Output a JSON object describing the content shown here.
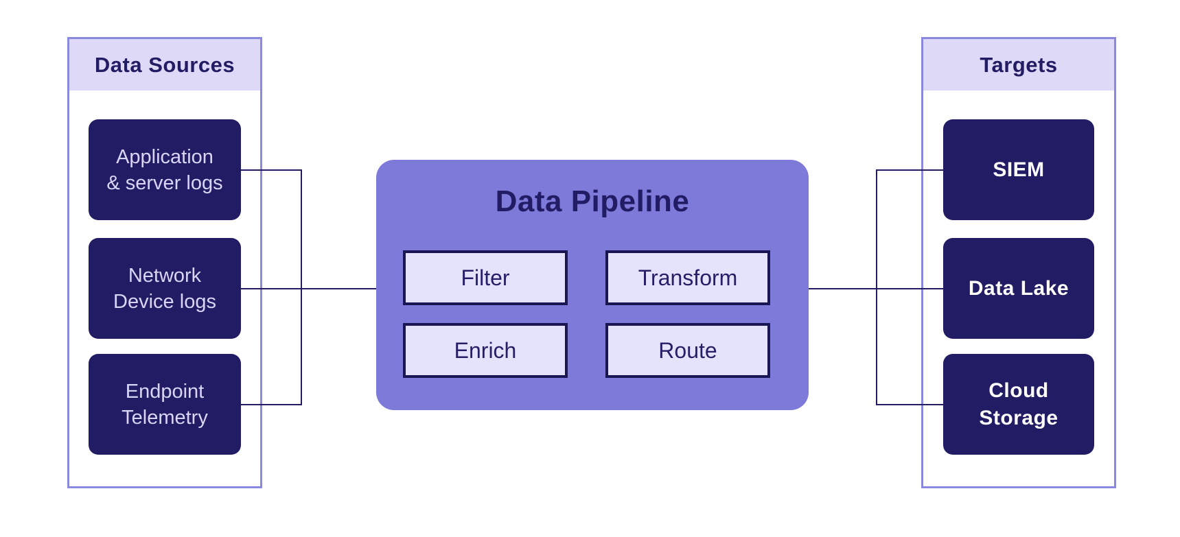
{
  "sources": {
    "title": "Data Sources",
    "items": [
      {
        "lines": [
          "Application",
          "& server logs"
        ]
      },
      {
        "lines": [
          "Network",
          "Device logs"
        ]
      },
      {
        "lines": [
          "Endpoint",
          "Telemetry"
        ]
      }
    ]
  },
  "pipeline": {
    "title": "Data Pipeline",
    "stages": [
      {
        "label": "Filter"
      },
      {
        "label": "Transform"
      },
      {
        "label": "Enrich"
      },
      {
        "label": "Route"
      }
    ]
  },
  "targets": {
    "title": "Targets",
    "items": [
      {
        "lines": [
          "SIEM"
        ]
      },
      {
        "lines": [
          "Data Lake"
        ]
      },
      {
        "lines": [
          "Cloud",
          "Storage"
        ]
      }
    ]
  },
  "colors": {
    "navy": "#211c63",
    "lavender": "#ddd9f6",
    "panel_border": "#8b88e0",
    "pipeline_fill": "#7d7ad9",
    "stage_fill": "#e5e2fb",
    "source_text": "#d9d5f4",
    "target_text": "#ffffff"
  }
}
